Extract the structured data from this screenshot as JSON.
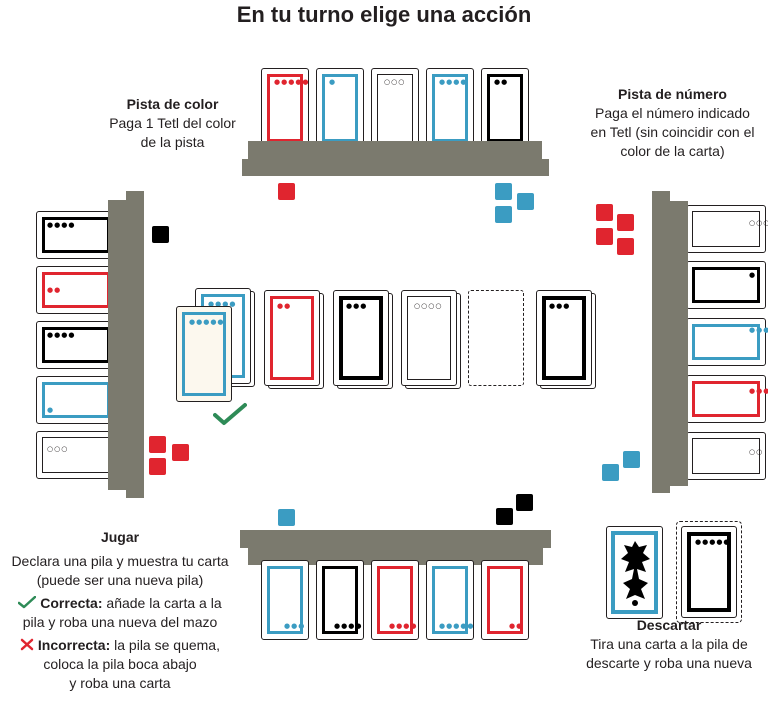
{
  "title": "En tu turno elige una acción",
  "color_hint": {
    "heading": "Pista de color",
    "line1": "Paga 1 Tetl del color",
    "line2": "de la pista"
  },
  "number_hint": {
    "heading": "Pista de número",
    "line1": "Paga el número indicado",
    "line2": "en Tetl (sin coincidir con el",
    "line3": "color de la carta)"
  },
  "play": {
    "heading": "Jugar",
    "line1": "Declara una pila y muestra tu carta",
    "line2": "(puede ser una nueva pila)",
    "correct_label": "Correcta:",
    "correct_text": "añade la carta a la",
    "correct_line2": "pila y roba una nueva del mazo",
    "incorrect_label": "Incorrecta:",
    "incorrect_text": "la pila se quema,",
    "incorrect_line2": "coloca la pila boca abajo",
    "incorrect_line3": "y roba una carta"
  },
  "discard": {
    "heading": "Descartar",
    "line1": "Tira una carta a la pila de",
    "line2": "descarte y roba una nueva"
  },
  "colors": {
    "red": "#e0252f",
    "blue": "#3b9cc2",
    "black": "#000000",
    "white": "#ffffff",
    "rack": "#7b7a6e",
    "check": "#2e8b57"
  },
  "icons": {
    "correct": "check-icon",
    "incorrect": "cross-icon",
    "card_back": "card-back-icon"
  }
}
